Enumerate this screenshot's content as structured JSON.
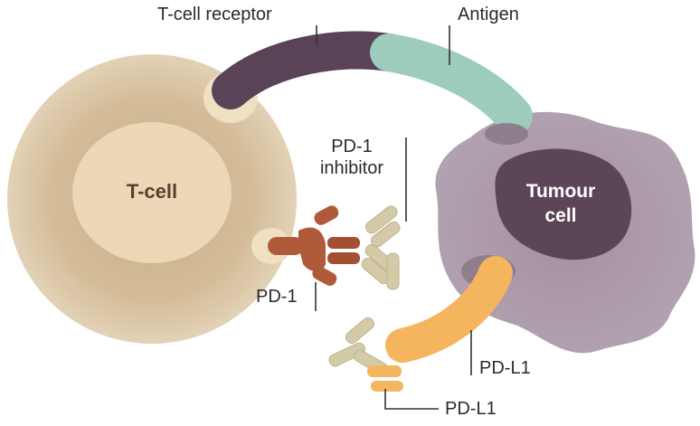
{
  "labels": {
    "tcell_receptor": "T-cell receptor",
    "antigen": "Antigen",
    "pd1_inhibitor_line1": "PD-1",
    "pd1_inhibitor_line2": "inhibitor",
    "pd1": "PD-1",
    "pdl1_upper": "PD-L1",
    "pdl1_lower": "PD-L1"
  },
  "cells": {
    "tcell": "T-cell",
    "tumour_line1": "Tumour",
    "tumour_line2": "cell"
  },
  "colors": {
    "tcell_outer": "#d8c3a2",
    "tcell_nucleus": "#ecd8b6",
    "tumour": "#a897a7",
    "tumour_nucleus": "#5c4556",
    "receptor": "#5a4257",
    "antigen": "#9dccbd",
    "pd1": "#b05a3a",
    "pdl1": "#f5b45e",
    "antibody": "#d4caa8",
    "leader": "#333333"
  }
}
